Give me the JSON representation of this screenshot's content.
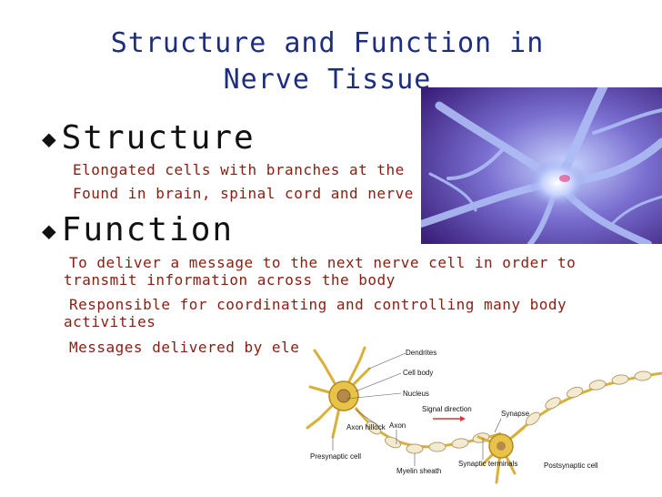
{
  "slide": {
    "title_line1": "Structure and Function in",
    "title_line2": "Nerve Tissue",
    "structure": {
      "heading": "Structure",
      "points": [
        "Elongated cells with branches at the",
        "Found in brain, spinal cord and nerve"
      ]
    },
    "function": {
      "heading": "Function",
      "points": [
        "To deliver a message to the next nerve cell in order to",
        "transmit information across the body",
        "Responsible for coordinating and controlling many body",
        "activities",
        "Messages delivered by ele"
      ]
    },
    "bullet_marker": "◆",
    "colors": {
      "title": "#1f2d80",
      "subtext": "#8a1c10",
      "heading": "#111111"
    }
  },
  "diagram": {
    "labels": {
      "dendrites": "Dendrites",
      "cell_body": "Cell body",
      "nucleus": "Nucleus",
      "axon_hillock": "Axon hillock",
      "axon": "Axon",
      "signal_direction": "Signal direction",
      "synapse": "Synapse",
      "presynaptic": "Presynaptic cell",
      "myelin": "Myelin sheath",
      "synaptic_terminals": "Synaptic terminals",
      "postsynaptic": "Postsynaptic cell"
    }
  }
}
